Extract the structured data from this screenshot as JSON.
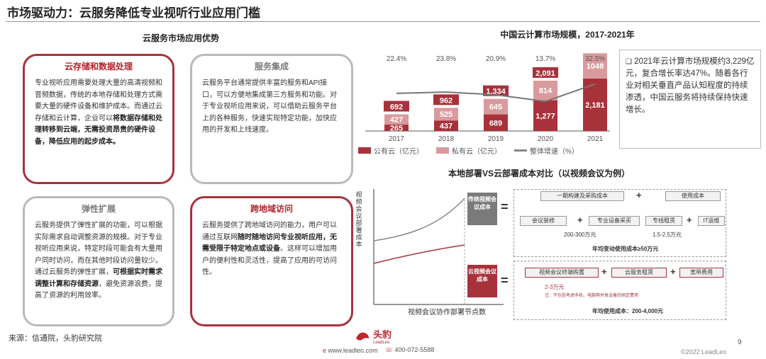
{
  "page": {
    "title": "市场驱动力：云服务降低专业视听行业应用门槛",
    "left_section_title": "云服务市场应用优势",
    "source": "来源：信通院，头豹研究院",
    "page_number": "9",
    "copyright": "©2022 LeadLeo",
    "website": "www.leadleo.com",
    "phone": "400-072-5588",
    "logo_text": "头豹",
    "logo_sub": "LeadLeo"
  },
  "cards": [
    {
      "title": "云存储和数据处理",
      "segments": [
        {
          "t": "专业视听应用需要处理大量的高清视频和音频数据，传统的本地存储和处理方式需要大量的硬件设备和维护成本。而通过云存储和云计算，企业可以",
          "b": false
        },
        {
          "t": "将数据存储和处理转移到云端，无需投资昂贵的硬件设备，降低应用的起步成本。",
          "b": true
        }
      ]
    },
    {
      "title": "服务集成",
      "segments": [
        {
          "t": "云服务平台通常提供丰富的服务和API接口，可以方便地集成第三方服务和功能。对于专业视听应用来说，可以借助云服务平台上的各种服务，快速实现特定功能，加快应用的开发和上线速度。",
          "b": false
        }
      ]
    },
    {
      "title": "弹性扩展",
      "segments": [
        {
          "t": "云服务提供了弹性扩展的功能，可以根据实际需求自动调整资源的规模。对于专业视听应用来说，特定时段可能会有大量用户同时访问，而在其他时段访问量较少。通过云服务的弹性扩展，",
          "b": false
        },
        {
          "t": "可根据实时需求调整计算和存储资源",
          "b": true
        },
        {
          "t": "，避免资源浪费，提高了资源的利用效率。",
          "b": false
        }
      ]
    },
    {
      "title": "跨地域访问",
      "segments": [
        {
          "t": "云服务提供了跨地域访问的能力，用户可以通过互联网",
          "b": false
        },
        {
          "t": "随时随地访问专业视听应用，无需受限于特定地点或设备",
          "b": true
        },
        {
          "t": "。这样可以增加用户的便利性和灵活性，提高了应用的可访问性。",
          "b": false
        }
      ]
    }
  ],
  "chart_data": {
    "type": "bar",
    "title": "中国云计算市场规模，2017-2021年",
    "categories": [
      "2017",
      "2018",
      "2019",
      "2020",
      "2021"
    ],
    "series": [
      {
        "name": "公有云（亿元）",
        "values": [
          265,
          437,
          689,
          1277,
          2181
        ],
        "color": "#a8323a"
      },
      {
        "name": "私有云（亿元）",
        "values": [
          427,
          525,
          645,
          814,
          1048
        ],
        "color": "#d99a9e"
      },
      {
        "name": "整体增速（%）",
        "values": [
          22.4,
          23.8,
          20.9,
          13.7,
          32.5
        ],
        "labels": [
          "22.4%",
          "23.8%",
          "20.9%",
          "13.7%",
          "32.5%"
        ],
        "color": "#888888"
      }
    ],
    "totals": [
      692,
      962,
      1334,
      2091,
      null
    ],
    "total_labels": [
      "692",
      "962",
      "1,334",
      "2,091",
      ""
    ],
    "value_labels": {
      "public": [
        "265",
        "437",
        "689",
        "1,277",
        "2,181"
      ],
      "private": [
        "427",
        "525",
        "645",
        "814",
        "1048"
      ]
    },
    "stacked": true
  },
  "note": "2021年云计算市场规模约3,229亿元，复合增长率达47%。随着各行业对相关垂直产品认知程度的持续渗透，中国云服务将持续保持快速增长。",
  "cost": {
    "title": "本地部署VS云部署成本对比（以视频会议为例）",
    "y_label": "视频会议部署成本",
    "x_label": "视频会议协作部署节点数",
    "traditional": "传统视频会议成本",
    "cloud": "云视频会议成本",
    "one_time": "一期构建及采购成本",
    "usage": "使用成本",
    "items_a": [
      "会议装修",
      "专业设备采买",
      "专线租赁",
      "IT运维"
    ],
    "range_a1": "200-300万元",
    "range_a2": "1.5-2.5万元",
    "annual_a": "年均变动使用成本≥50万元",
    "items_b": [
      "视频会议终端购置",
      "云服务租赁",
      "宽带费用"
    ],
    "range_b": "2-3万元",
    "note_b": "注：不包括考虑手机、电脑等并发设备的固定费用",
    "annual_b": "年均使用成本：200-4,000元"
  }
}
